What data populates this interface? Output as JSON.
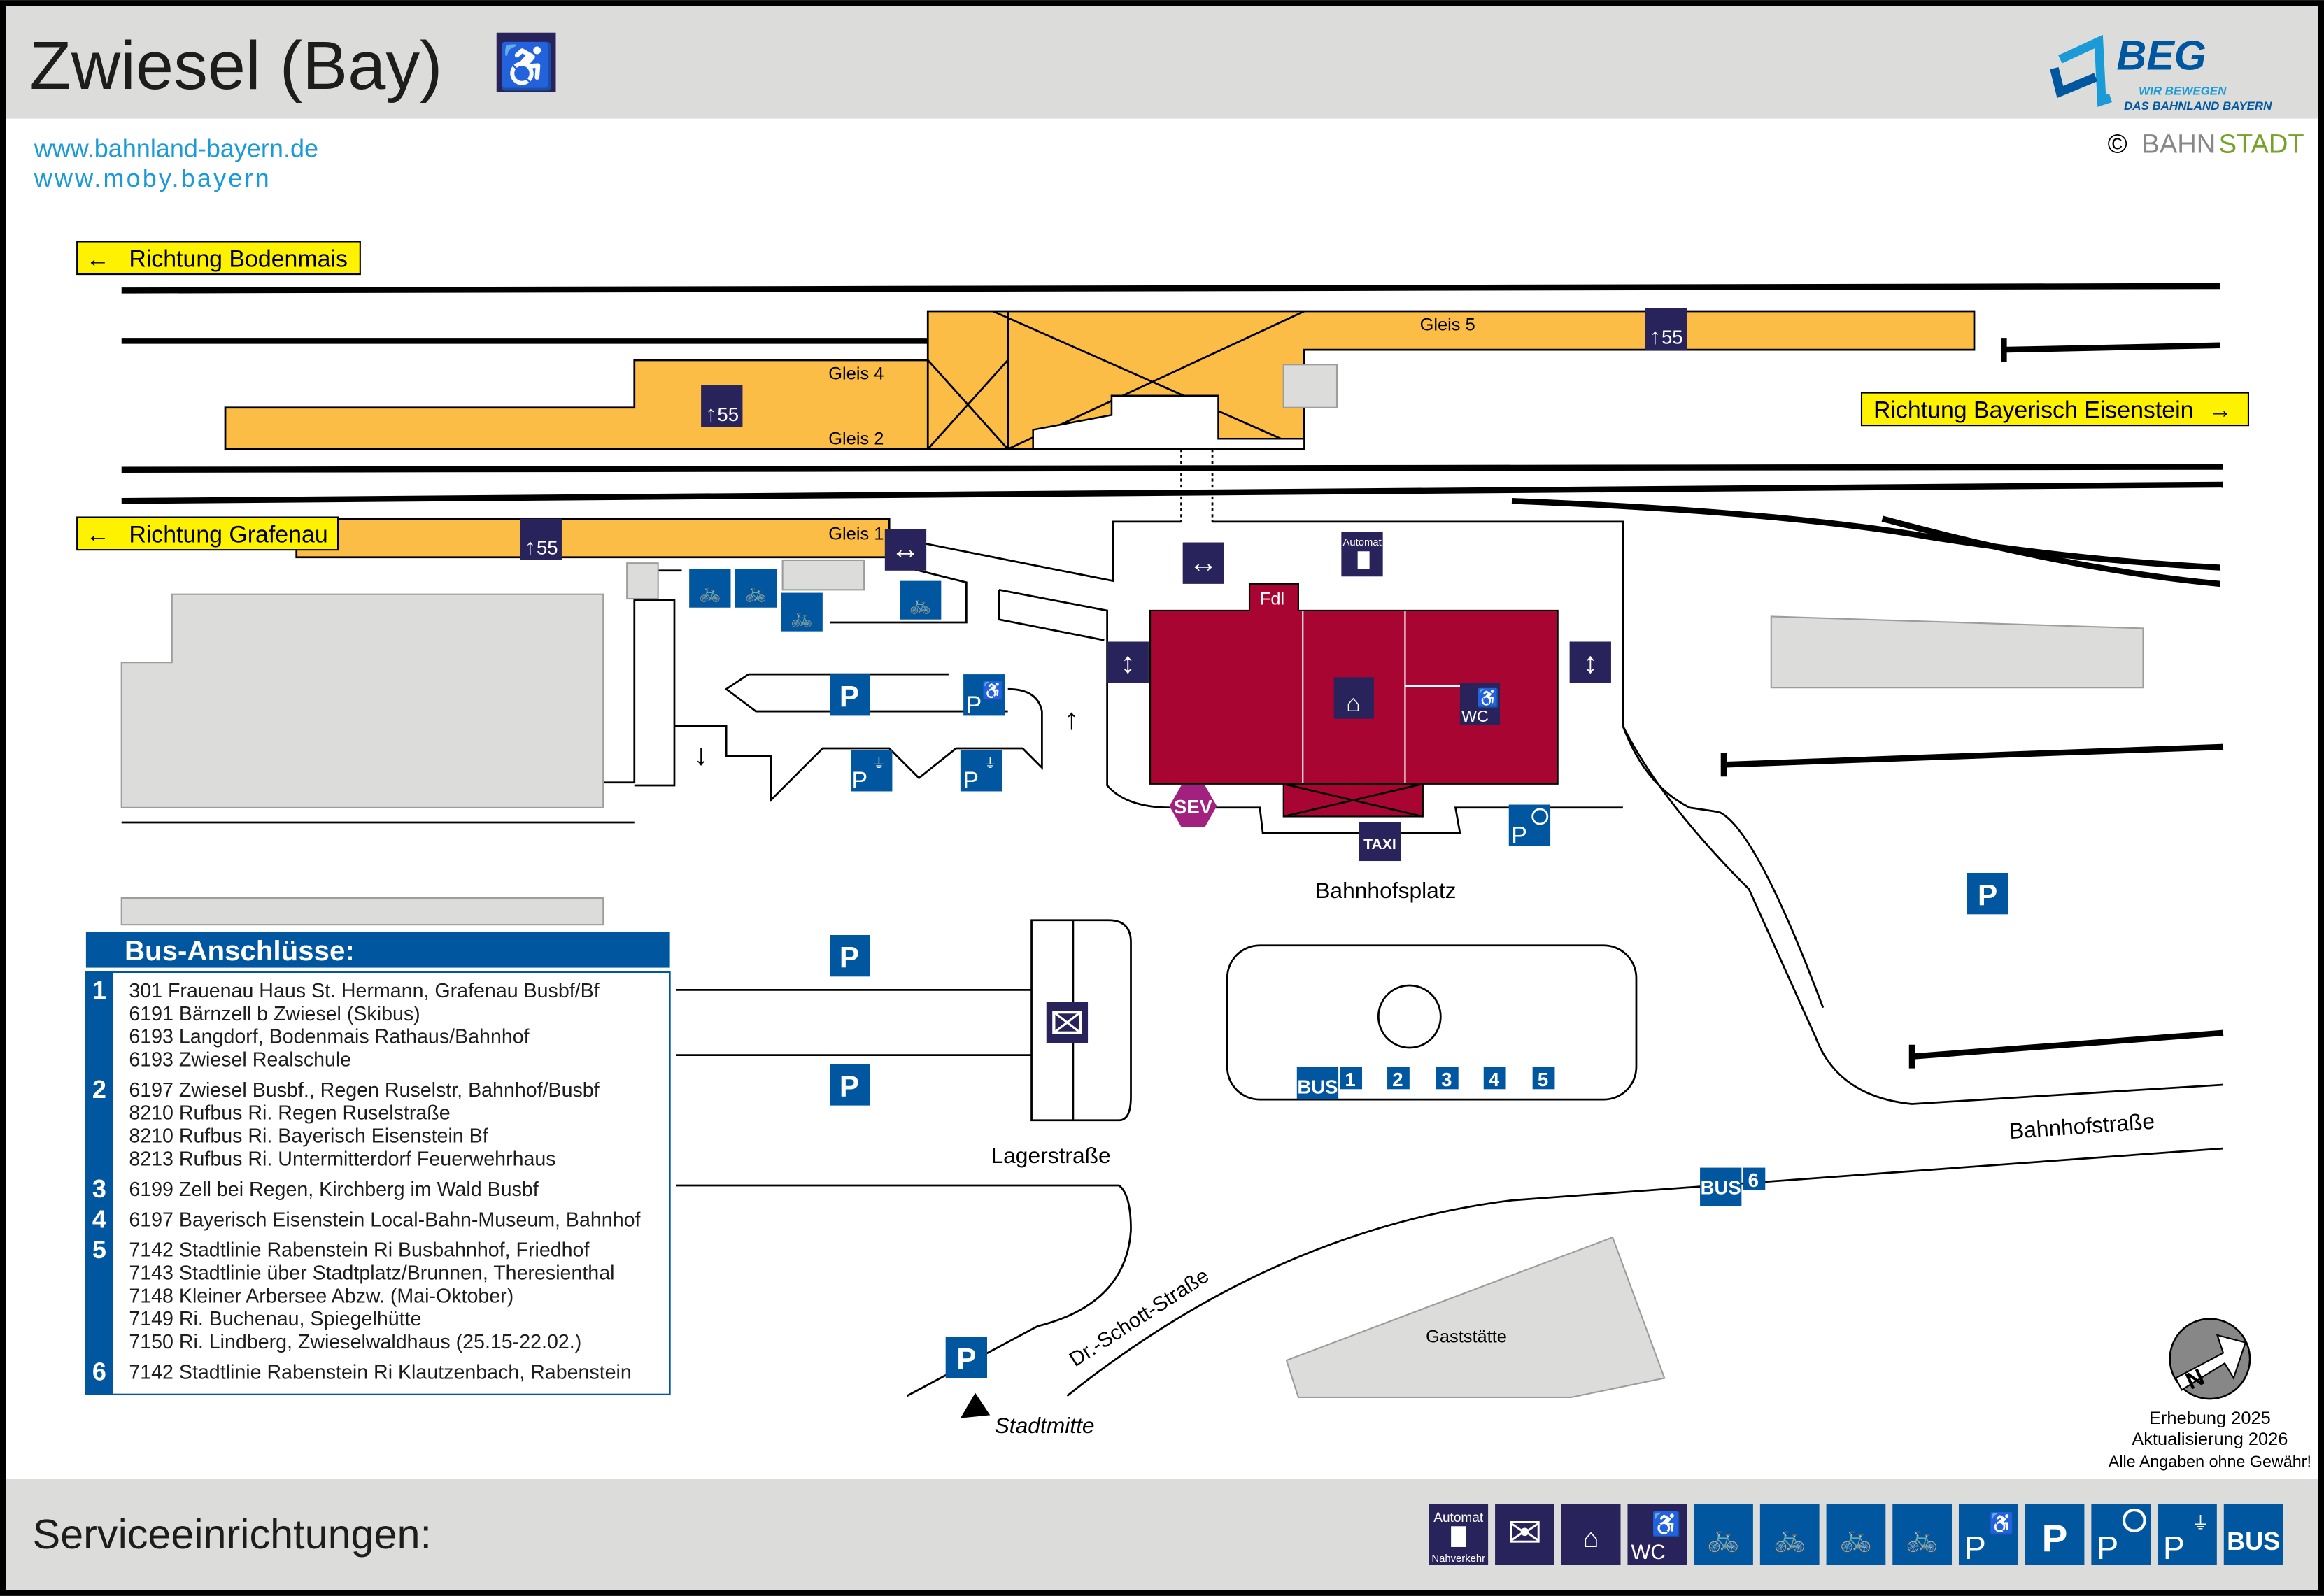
{
  "header": {
    "title": "Zwiesel (Bay)",
    "link1": "www.bahnland-bayern.de",
    "link2": "www.moby.bayern",
    "logo": {
      "name": "BEG",
      "tagline1": "WIR BEWEGEN",
      "tagline2": "DAS BAHNLAND BAYERN"
    },
    "copyright": "©",
    "bahnstadt_a": "BAHN",
    "bahnstadt_b": "STADT"
  },
  "directions": {
    "bodenmais": "Richtung Bodenmais",
    "eisenstein": "Richtung Bayerisch Eisenstein",
    "grafenau": "Richtung Grafenau"
  },
  "platforms": {
    "gleis1": "Gleis 1",
    "gleis2": "Gleis 2",
    "gleis4": "Gleis 4",
    "gleis5": "Gleis 5",
    "height": "55"
  },
  "map_labels": {
    "fdl": "Fdl",
    "automat": "Automat",
    "sev": "SEV",
    "taxi": "TAXI",
    "bahnhofsplatz": "Bahnhofsplatz",
    "lagerstrasse": "Lagerstraße",
    "bahnhofstrasse": "Bahnhofstraße",
    "drschott": "Dr.-Schott-Straße",
    "gaststaette": "Gaststätte",
    "stadtmitte": "Stadtmitte",
    "wc": "WC",
    "p": "P",
    "bus": "BUS",
    "stops": [
      "1",
      "2",
      "3",
      "4",
      "5",
      "6"
    ]
  },
  "bus": {
    "title": "Bus-Anschlüsse:",
    "groups": [
      {
        "num": "1",
        "lines": [
          "301 Frauenau Haus St. Hermann, Grafenau Busbf/Bf",
          "6191 Bärnzell b Zwiesel (Skibus)",
          "6193 Langdorf, Bodenmais Rathaus/Bahnhof",
          "6193 Zwiesel Realschule"
        ]
      },
      {
        "num": "2",
        "lines": [
          "6197 Zwiesel Busbf., Regen Ruselstr, Bahnhof/Busbf",
          "8210 Rufbus Ri. Regen Ruselstraße",
          "8210 Rufbus Ri. Bayerisch Eisenstein Bf",
          "8213 Rufbus Ri. Untermitterdorf Feuerwehrhaus"
        ]
      },
      {
        "num": "3",
        "lines": [
          "6199 Zell bei Regen, Kirchberg im Wald Busbf"
        ]
      },
      {
        "num": "4",
        "lines": [
          "6197 Bayerisch Eisenstein Local-Bahn-Museum, Bahnhof"
        ]
      },
      {
        "num": "5",
        "lines": [
          "7142 Stadtlinie Rabenstein Ri Busbahnhof, Friedhof",
          "7143 Stadtlinie über Stadtplatz/Brunnen, Theresienthal",
          "7148 Kleiner Arbersee Abzw. (Mai-Oktober)",
          "7149 Ri. Buchenau, Spiegelhütte",
          "7150 Ri. Lindberg, Zwieselwaldhaus (25.15-22.02.)"
        ]
      },
      {
        "num": "6",
        "lines": [
          "7142 Stadtlinie Rabenstein Ri Klautzenbach, Rabenstein"
        ]
      }
    ]
  },
  "info": {
    "line1": "Erhebung 2025",
    "line2": "Aktualisierung 2026",
    "line3": "Alle Angaben ohne Gewähr!",
    "north": "N"
  },
  "footer": {
    "title": "Serviceeinrichtungen:",
    "automat_top": "Automat",
    "automat_bottom": "Nahverkehr",
    "icons": [
      "ticket-machine",
      "mailbox",
      "waiting-room",
      "accessible-wc",
      "bike-rental",
      "covered-bike-parking",
      "bike-parking",
      "e-bike-charging",
      "accessible-parking",
      "parking",
      "short-term-parking",
      "ev-charging-parking",
      "bus"
    ]
  },
  "colors": {
    "navy": "#29235c",
    "blue": "#0057a0",
    "platform": "#fbbd45",
    "building": "#a80533",
    "sev": "#a2217f",
    "link": "#1a9ad6"
  }
}
